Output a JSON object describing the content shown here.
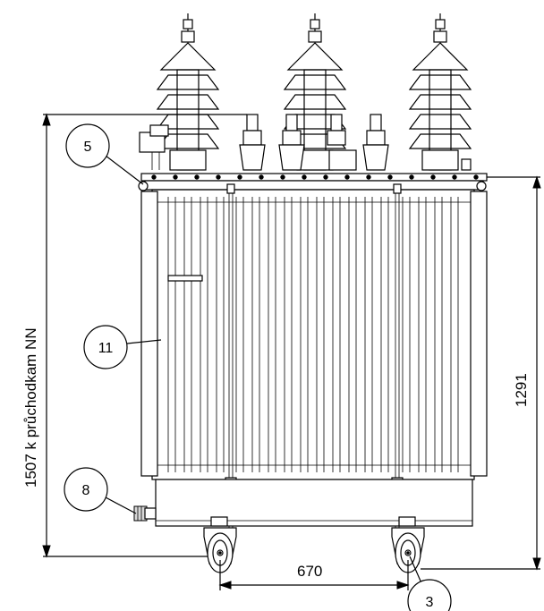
{
  "callouts": {
    "c5": "5",
    "c11": "11",
    "c8": "8",
    "c3": "3"
  },
  "dimensions": {
    "left_height": "1507 k průchodkam NN",
    "right_height": "1291",
    "wheel_spacing": "670"
  }
}
